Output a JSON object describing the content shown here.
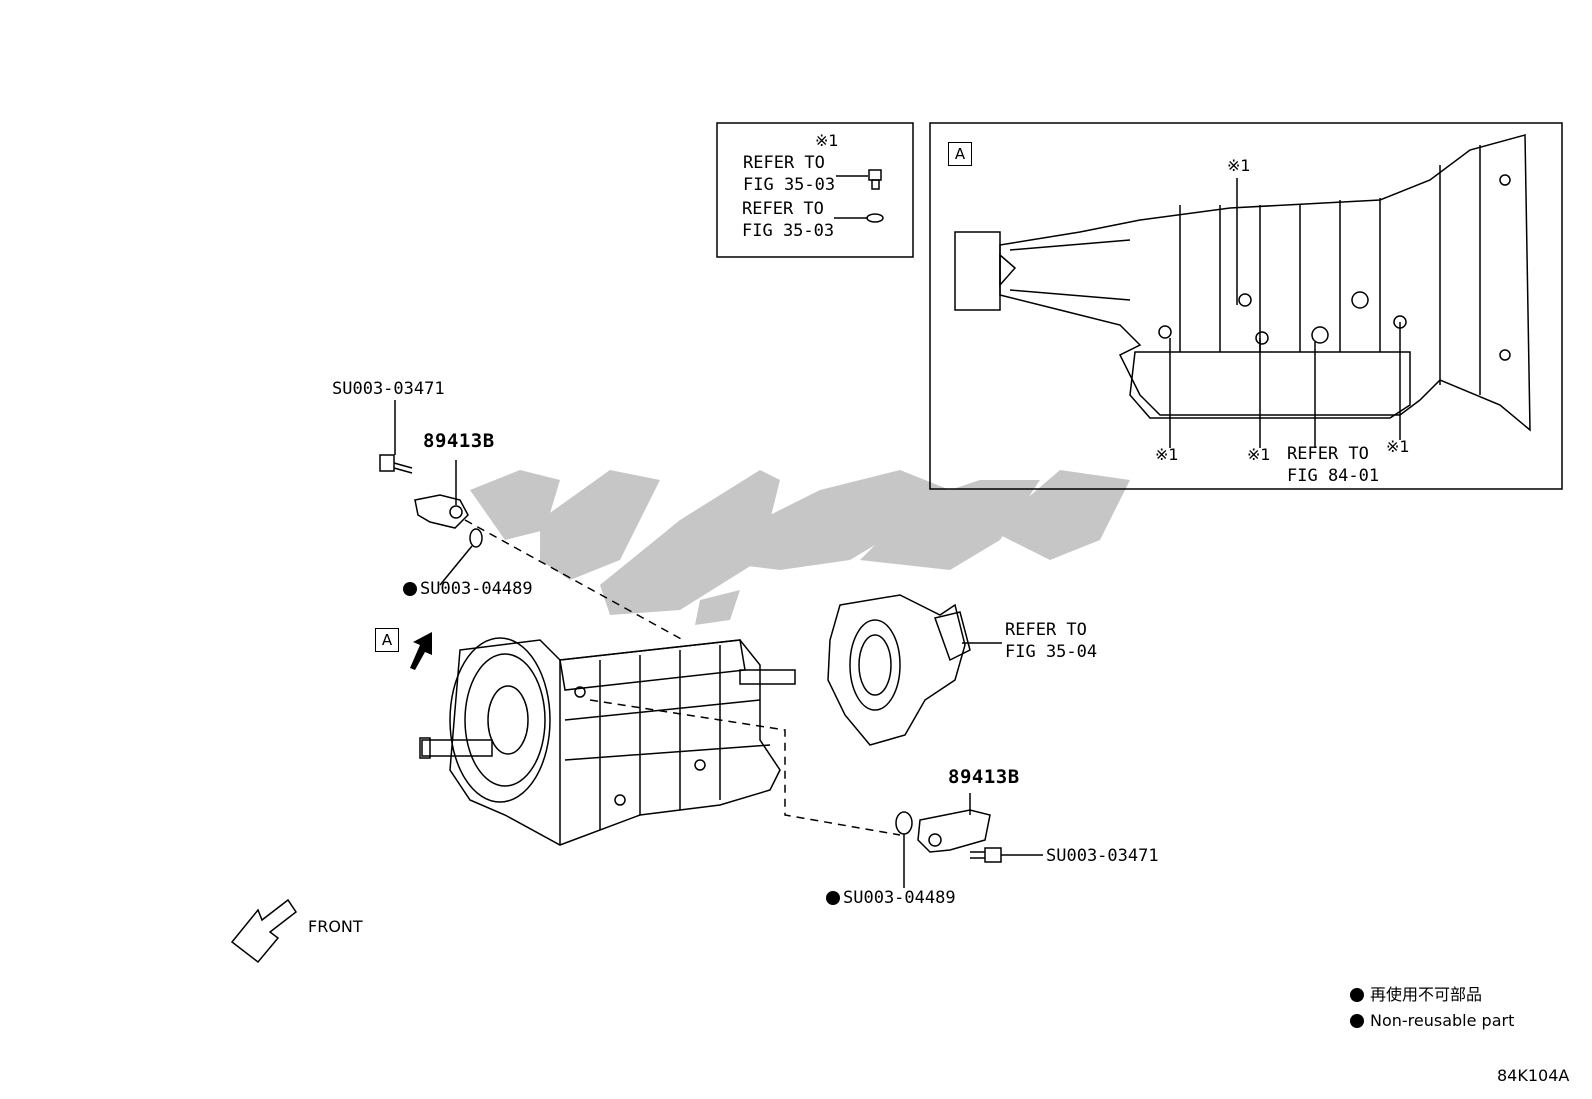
{
  "legend_box": {
    "mark": "※1",
    "lines": [
      "REFER TO",
      "FIG 35-03",
      "REFER TO",
      "FIG 35-03"
    ]
  },
  "detail_a": {
    "label": "A",
    "marks": [
      "※1",
      "※1",
      "※1",
      "※1"
    ],
    "refer": [
      "REFER TO",
      "FIG 84-01"
    ]
  },
  "upper_sensor": {
    "bolt_part": "SU003-03471",
    "sensor_part": "89413B",
    "seal_part": "SU003-04489"
  },
  "lower_sensor": {
    "sensor_part": "89413B",
    "bolt_part": "SU003-03471",
    "seal_part": "SU003-04489"
  },
  "view_a_label": "A",
  "housing_refer": [
    "REFER TO",
    "FIG 35-04"
  ],
  "front_label": "FRONT",
  "legend": {
    "items": [
      "再使用不可部品",
      "Non-reusable part"
    ]
  },
  "figure_code": "84K104A",
  "colors": {
    "line": "#000000",
    "watermark": "#c4c4c4"
  }
}
